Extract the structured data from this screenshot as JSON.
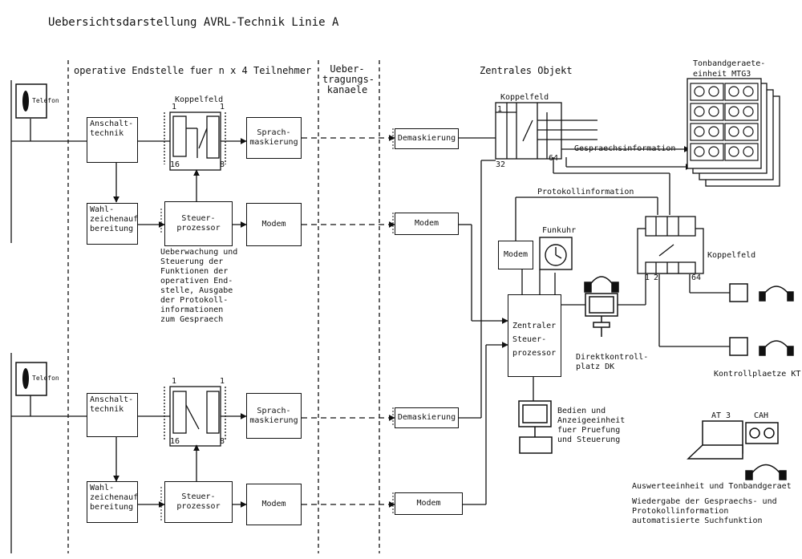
{
  "title": "Uebersichtsdarstellung AVRL-Technik Linie A",
  "sections": {
    "endstelle": "operative Endstelle fuer n x 4 Teilnehmer",
    "kanaele": "Ueber-\ntragungs-\nkanaele",
    "zentral": "Zentrales Objekt"
  },
  "phone_label": "Telefon",
  "endstelle_blocks": {
    "anschalt": "Anschalt-\ntechnik",
    "wahl": "Wahl-\nzeichenauf\nbereitung",
    "koppelfeld": "Koppelfeld",
    "steuer": "Steuer-\nprozessor",
    "sprach": "Sprach-\nmaskierung",
    "modem": "Modem",
    "port_1": "1",
    "port_16": "16",
    "port_8": "8"
  },
  "steuer_note": "Ueberwachung und\nSteuerung der\nFunktionen der\noperativen End-\nstelle, Ausgabe\nder Protokoll-\ninformationen\nzum Gespraech",
  "central": {
    "koppelfeld_top": "Koppelfeld",
    "port_1": "1",
    "port_32": "32",
    "port_64": "64",
    "demaskierung": "Demaskierung",
    "modem": "Modem",
    "gespraechsinformation": "Gespraechsinformation",
    "protokollinformation": "Protokollinformation",
    "tonband_title": "Tonbandgeraete-\neinheit MTG3",
    "funkuhr": "Funkuhr",
    "zsp": "Zentraler\nSteuer-\nprozessor",
    "koppelfeld_right": "Koppelfeld",
    "kf2_1": "1",
    "kf2_2": "2",
    "kf2_64": "64",
    "direkt": "Direktkontroll-\nplatz DK",
    "kontroll": "Kontrollplaetze KT",
    "bedien": "Bedien und\nAnzeigeeinheit\nfuer Pruefung\nund Steuerung",
    "at3": "AT 3",
    "cah": "CAH",
    "auswerte": "Auswerteeinheit und Tonbandgeraet",
    "wiedergabe": "Wiedergabe der Gespraechs- und\nProtokollinformation\nautomatisierte Suchfunktion"
  }
}
